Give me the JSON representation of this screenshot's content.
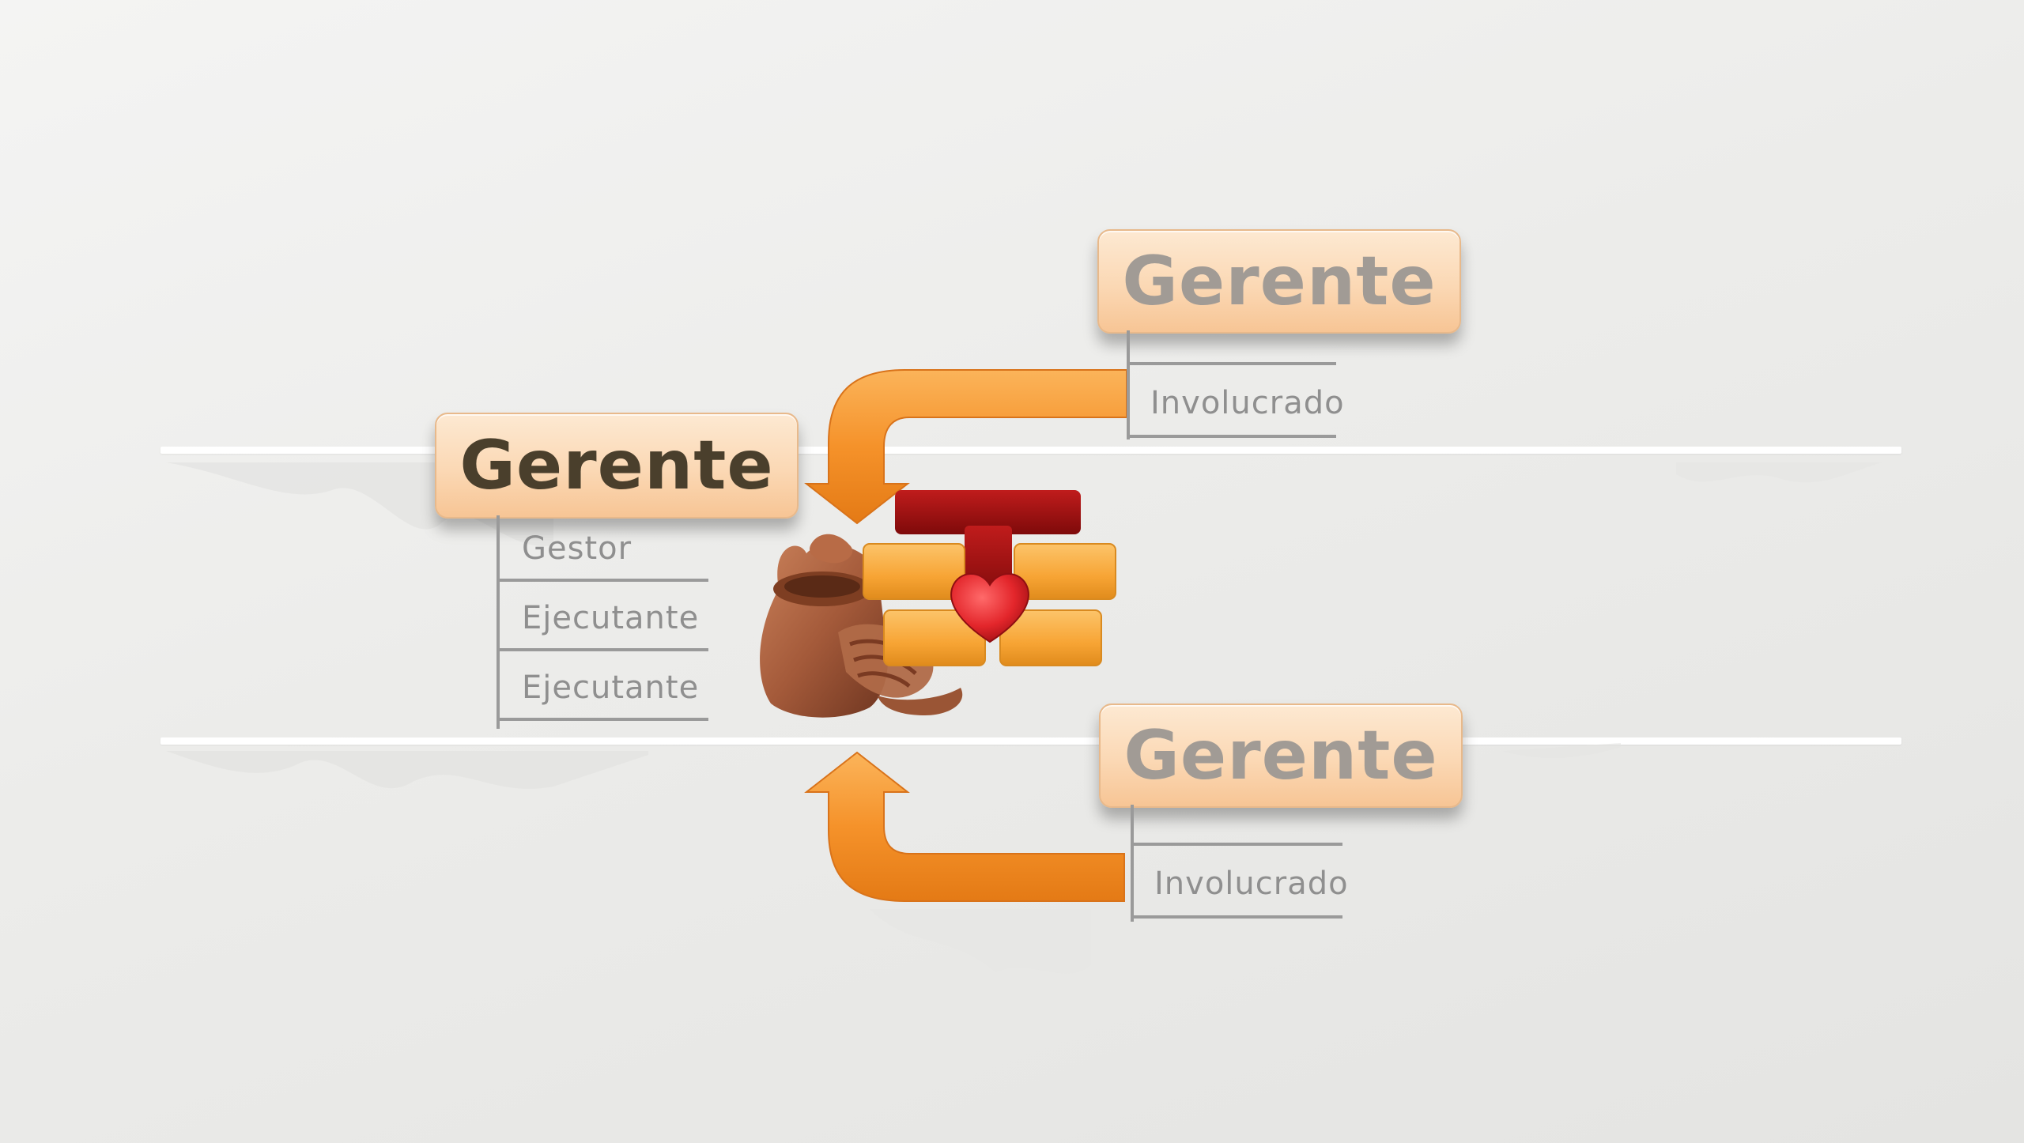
{
  "diagram": {
    "top_node": {
      "title": "Gerente",
      "roles": [
        "Involucrado"
      ]
    },
    "center_node": {
      "title": "Gerente",
      "roles": [
        "Gestor",
        "Ejecutante",
        "Ejecutante"
      ]
    },
    "bottom_node": {
      "title": "Gerente",
      "roles": [
        "Involucrado"
      ]
    }
  },
  "colors": {
    "box_fill": "#fbd8b4",
    "active_text": "#4a3f2c",
    "dim_text": "#a19b95",
    "arrow_orange": "#f5922a",
    "brick_orange": "#f7a434",
    "t_red": "#9c0f0f",
    "heart_red": "#e3262b",
    "clay": "#a45a3a"
  },
  "icons": [
    "clay-pot-hands-icon",
    "brick-wall-icon",
    "heart-icon",
    "t-logo-icon"
  ]
}
